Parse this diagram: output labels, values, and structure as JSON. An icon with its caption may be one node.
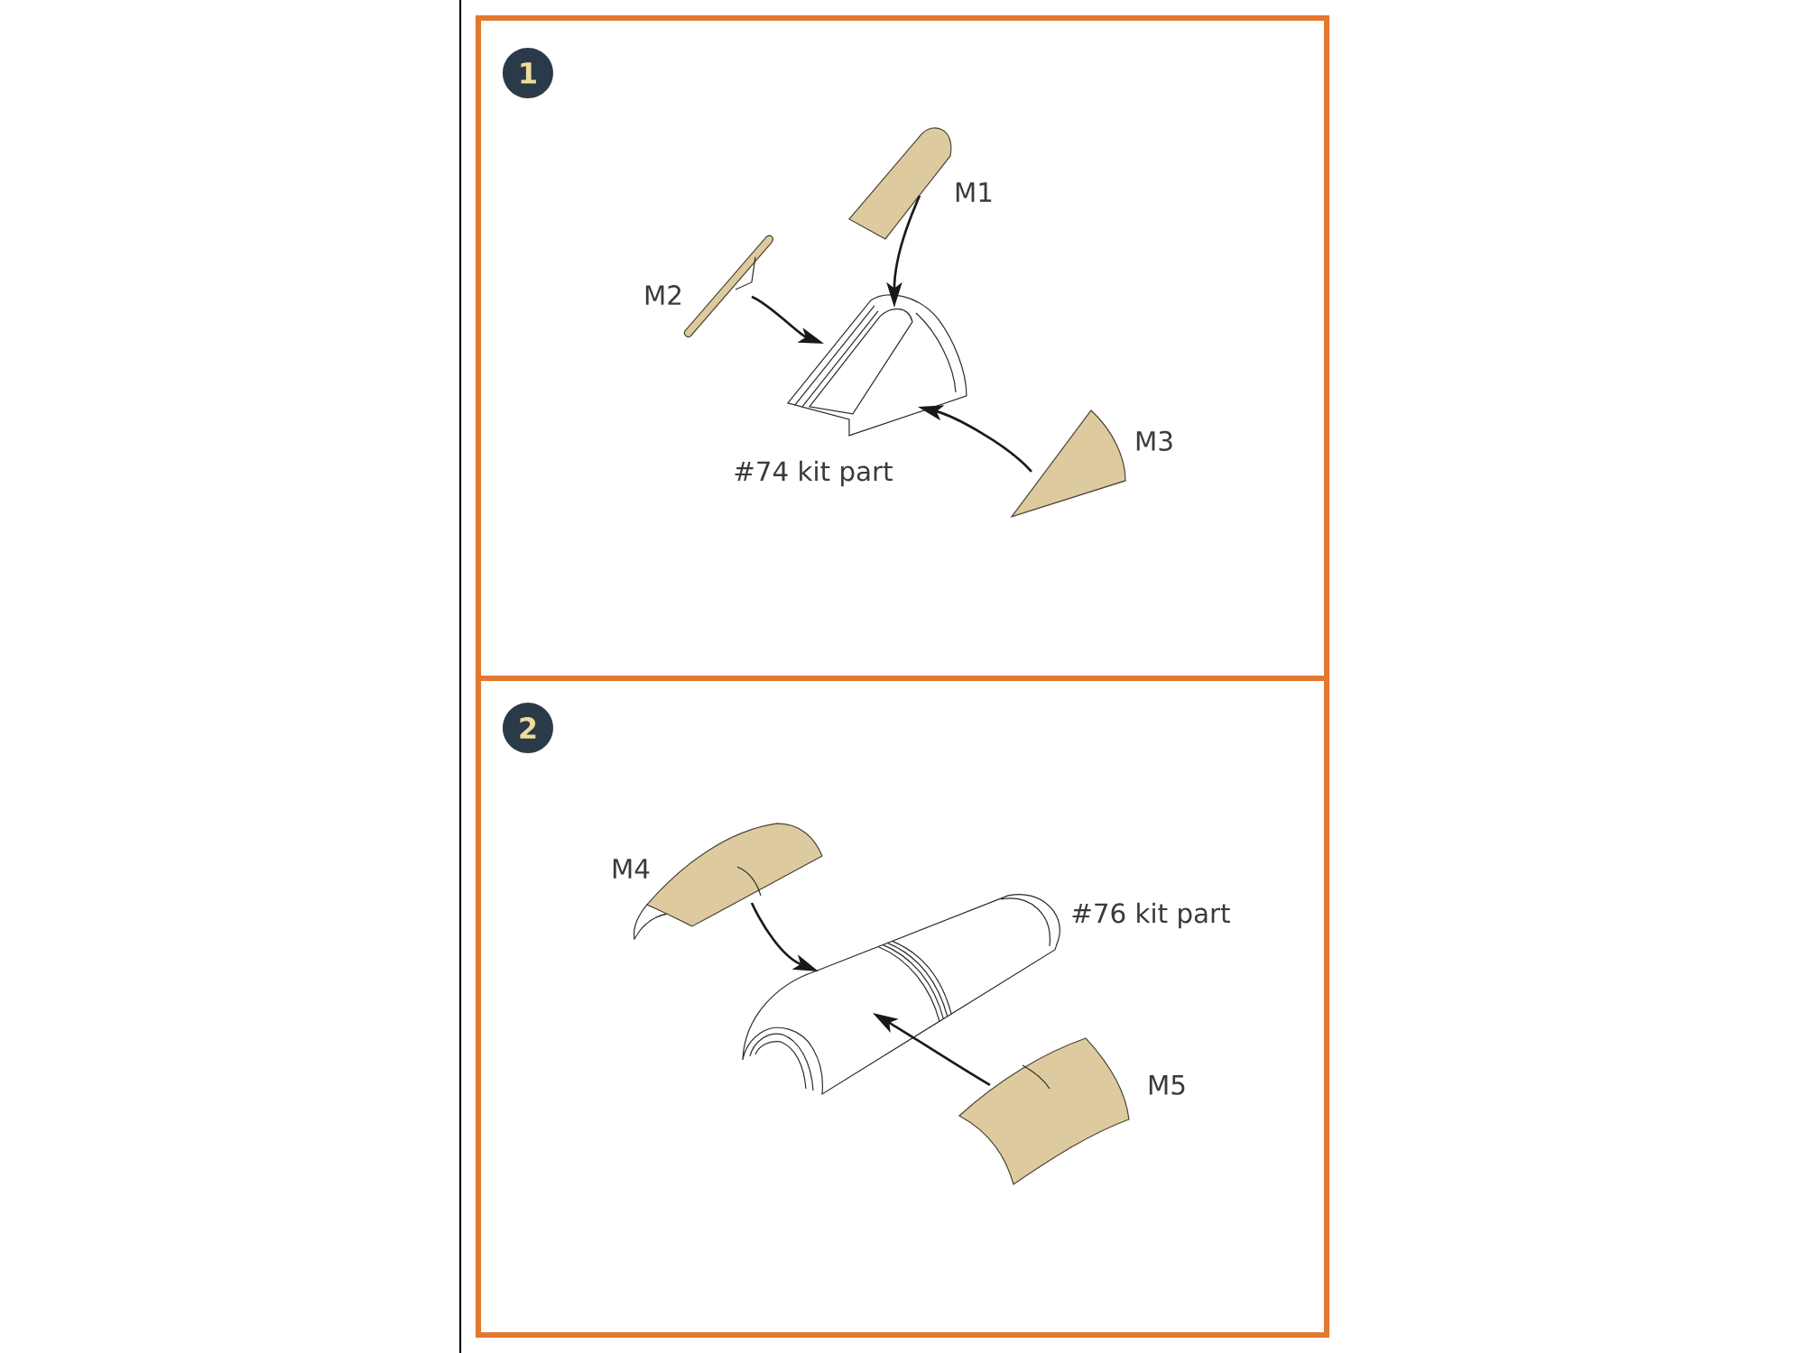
{
  "diagram": {
    "nodes": [
      {
        "text": [],
        "shape": "box"
      },
      {
        "text": [
          "1"
        ],
        "in": 0
      },
      {
        "text": [],
        "shape": "picture",
        "beside": [
          "M1"
        ],
        "in": 0
      },
      {
        "text": [],
        "shape": "picture",
        "beside": [
          "M2"
        ],
        "in": 0
      },
      {
        "text": [],
        "shape": "picture",
        "beside": [
          "#74 kit part"
        ],
        "in": 0
      },
      {
        "text": [],
        "shape": "picture",
        "beside": [
          "M3"
        ],
        "in": 0
      },
      {
        "text": [],
        "shape": "box"
      },
      {
        "text": [
          "2"
        ],
        "in": 6
      },
      {
        "text": [],
        "shape": "picture",
        "beside": [
          "M4"
        ],
        "in": 6
      },
      {
        "text": [],
        "shape": "picture",
        "beside": [
          "#76 kit part"
        ],
        "in": 6
      },
      {
        "text": [],
        "shape": "picture",
        "beside": [
          "M5"
        ],
        "in": 6
      }
    ],
    "edges": [
      {
        "from": 2,
        "to": 4,
        "arrow": "to"
      },
      {
        "from": 3,
        "to": 4,
        "arrow": "to"
      },
      {
        "from": 5,
        "to": 4,
        "arrow": "to"
      },
      {
        "from": 8,
        "to": 9,
        "arrow": "to"
      },
      {
        "from": 10,
        "to": 9,
        "arrow": "to"
      }
    ]
  }
}
